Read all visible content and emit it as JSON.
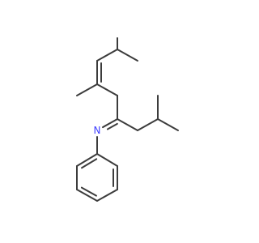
{
  "molecule": {
    "atoms": [
      {
        "id": "a1",
        "element": "C",
        "label": ""
      },
      {
        "id": "a2",
        "element": "C",
        "label": ""
      },
      {
        "id": "a3",
        "element": "C",
        "label": ""
      },
      {
        "id": "a4",
        "element": "C",
        "label": ""
      },
      {
        "id": "a5",
        "element": "C",
        "label": ""
      },
      {
        "id": "a6",
        "element": "C",
        "label": ""
      },
      {
        "id": "a7",
        "element": "C",
        "label": ""
      },
      {
        "id": "a8",
        "element": "C",
        "label": ""
      },
      {
        "id": "a9",
        "element": "C",
        "label": ""
      },
      {
        "id": "a10",
        "element": "C",
        "label": ""
      },
      {
        "id": "a11",
        "element": "C",
        "label": ""
      },
      {
        "id": "a12",
        "element": "C",
        "label": ""
      },
      {
        "id": "a13",
        "element": "N",
        "label": "N"
      },
      {
        "id": "a14",
        "element": "C",
        "label": ""
      },
      {
        "id": "a15",
        "element": "C",
        "label": ""
      },
      {
        "id": "a16",
        "element": "C",
        "label": ""
      },
      {
        "id": "a17",
        "element": "C",
        "label": ""
      },
      {
        "id": "a18",
        "element": "C",
        "label": ""
      },
      {
        "id": "a19",
        "element": "C",
        "label": ""
      }
    ],
    "bonds": [
      {
        "from": "a1",
        "to": "a2",
        "order": 1
      },
      {
        "from": "a2",
        "to": "a3",
        "order": 1
      },
      {
        "from": "a2",
        "to": "a4",
        "order": 1
      },
      {
        "from": "a4",
        "to": "a5",
        "order": 2
      },
      {
        "from": "a5",
        "to": "a6",
        "order": 1
      },
      {
        "from": "a5",
        "to": "a7",
        "order": 1
      },
      {
        "from": "a7",
        "to": "a8",
        "order": 1
      },
      {
        "from": "a8",
        "to": "a9",
        "order": 1
      },
      {
        "from": "a9",
        "to": "a10",
        "order": 1
      },
      {
        "from": "a10",
        "to": "a11",
        "order": 1
      },
      {
        "from": "a10",
        "to": "a12",
        "order": 1
      },
      {
        "from": "a8",
        "to": "a13",
        "order": 2
      },
      {
        "from": "a13",
        "to": "a14",
        "order": 1
      },
      {
        "from": "a14",
        "to": "a15",
        "order": 2
      },
      {
        "from": "a15",
        "to": "a16",
        "order": 1
      },
      {
        "from": "a16",
        "to": "a17",
        "order": 2
      },
      {
        "from": "a17",
        "to": "a18",
        "order": 1
      },
      {
        "from": "a18",
        "to": "a19",
        "order": 2
      },
      {
        "from": "a19",
        "to": "a14",
        "order": 1
      }
    ]
  },
  "colors": {
    "bond": "#3c3c3c",
    "nitrogen": "#4040ff",
    "background": "#ffffff"
  }
}
